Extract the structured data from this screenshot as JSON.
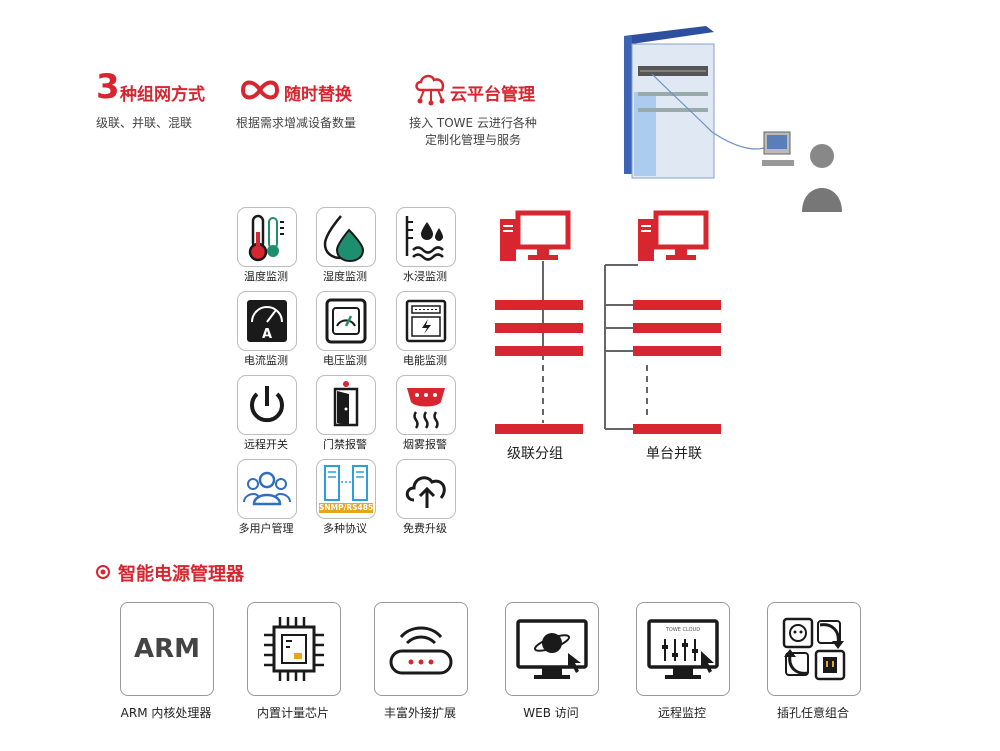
{
  "features": [
    {
      "number": "3",
      "title": "种组网方式",
      "desc_lines": [
        "级联、并联、混联"
      ]
    },
    {
      "icon": "infinity-icon",
      "title": "随时替换",
      "desc_lines": [
        "根据需求增减设备数量"
      ]
    },
    {
      "icon": "cloud-network-icon",
      "title": "云平台管理",
      "desc_lines": [
        "接入 TOWE 云进行各种",
        "定制化管理与服务"
      ]
    }
  ],
  "monitor_tiles": [
    {
      "label": "温度监测",
      "icon": "thermometer-icon"
    },
    {
      "label": "湿度监测",
      "icon": "humidity-drop-icon"
    },
    {
      "label": "水浸监测",
      "icon": "water-leak-icon"
    },
    {
      "label": "电流监测",
      "icon": "ammeter-icon"
    },
    {
      "label": "电压监测",
      "icon": "voltmeter-icon"
    },
    {
      "label": "电能监测",
      "icon": "energy-meter-icon"
    },
    {
      "label": "远程开关",
      "icon": "power-icon"
    },
    {
      "label": "门禁报警",
      "icon": "door-alarm-icon"
    },
    {
      "label": "烟雾报警",
      "icon": "smoke-alarm-icon"
    },
    {
      "label": "多用户管理",
      "icon": "users-icon"
    },
    {
      "label": "多种协议",
      "icon": "protocol-icon",
      "badge": "SNMP/RS485"
    },
    {
      "label": "免费升级",
      "icon": "cloud-upload-icon"
    }
  ],
  "topology": {
    "cascade_label": "级联分组",
    "parallel_label": "单台并联"
  },
  "section_title": "智能电源管理器",
  "bottom_cards": [
    {
      "label": "ARM 内核处理器",
      "icon": "arm-chip-icon",
      "text": "ARM"
    },
    {
      "label": "内置计量芯片",
      "icon": "metering-chip-icon"
    },
    {
      "label": "丰富外接扩展",
      "icon": "router-icon"
    },
    {
      "label": "WEB 访问",
      "icon": "web-monitor-icon"
    },
    {
      "label": "远程监控",
      "icon": "remote-monitor-icon",
      "text": "TOWE CLOUD"
    },
    {
      "label": "插孔任意组合",
      "icon": "socket-combo-icon"
    }
  ],
  "colors": {
    "accent": "#d7262f",
    "dark": "#1a1a1a",
    "teal": "#1e8f6e",
    "rack_blue": "#2e4f9e"
  }
}
